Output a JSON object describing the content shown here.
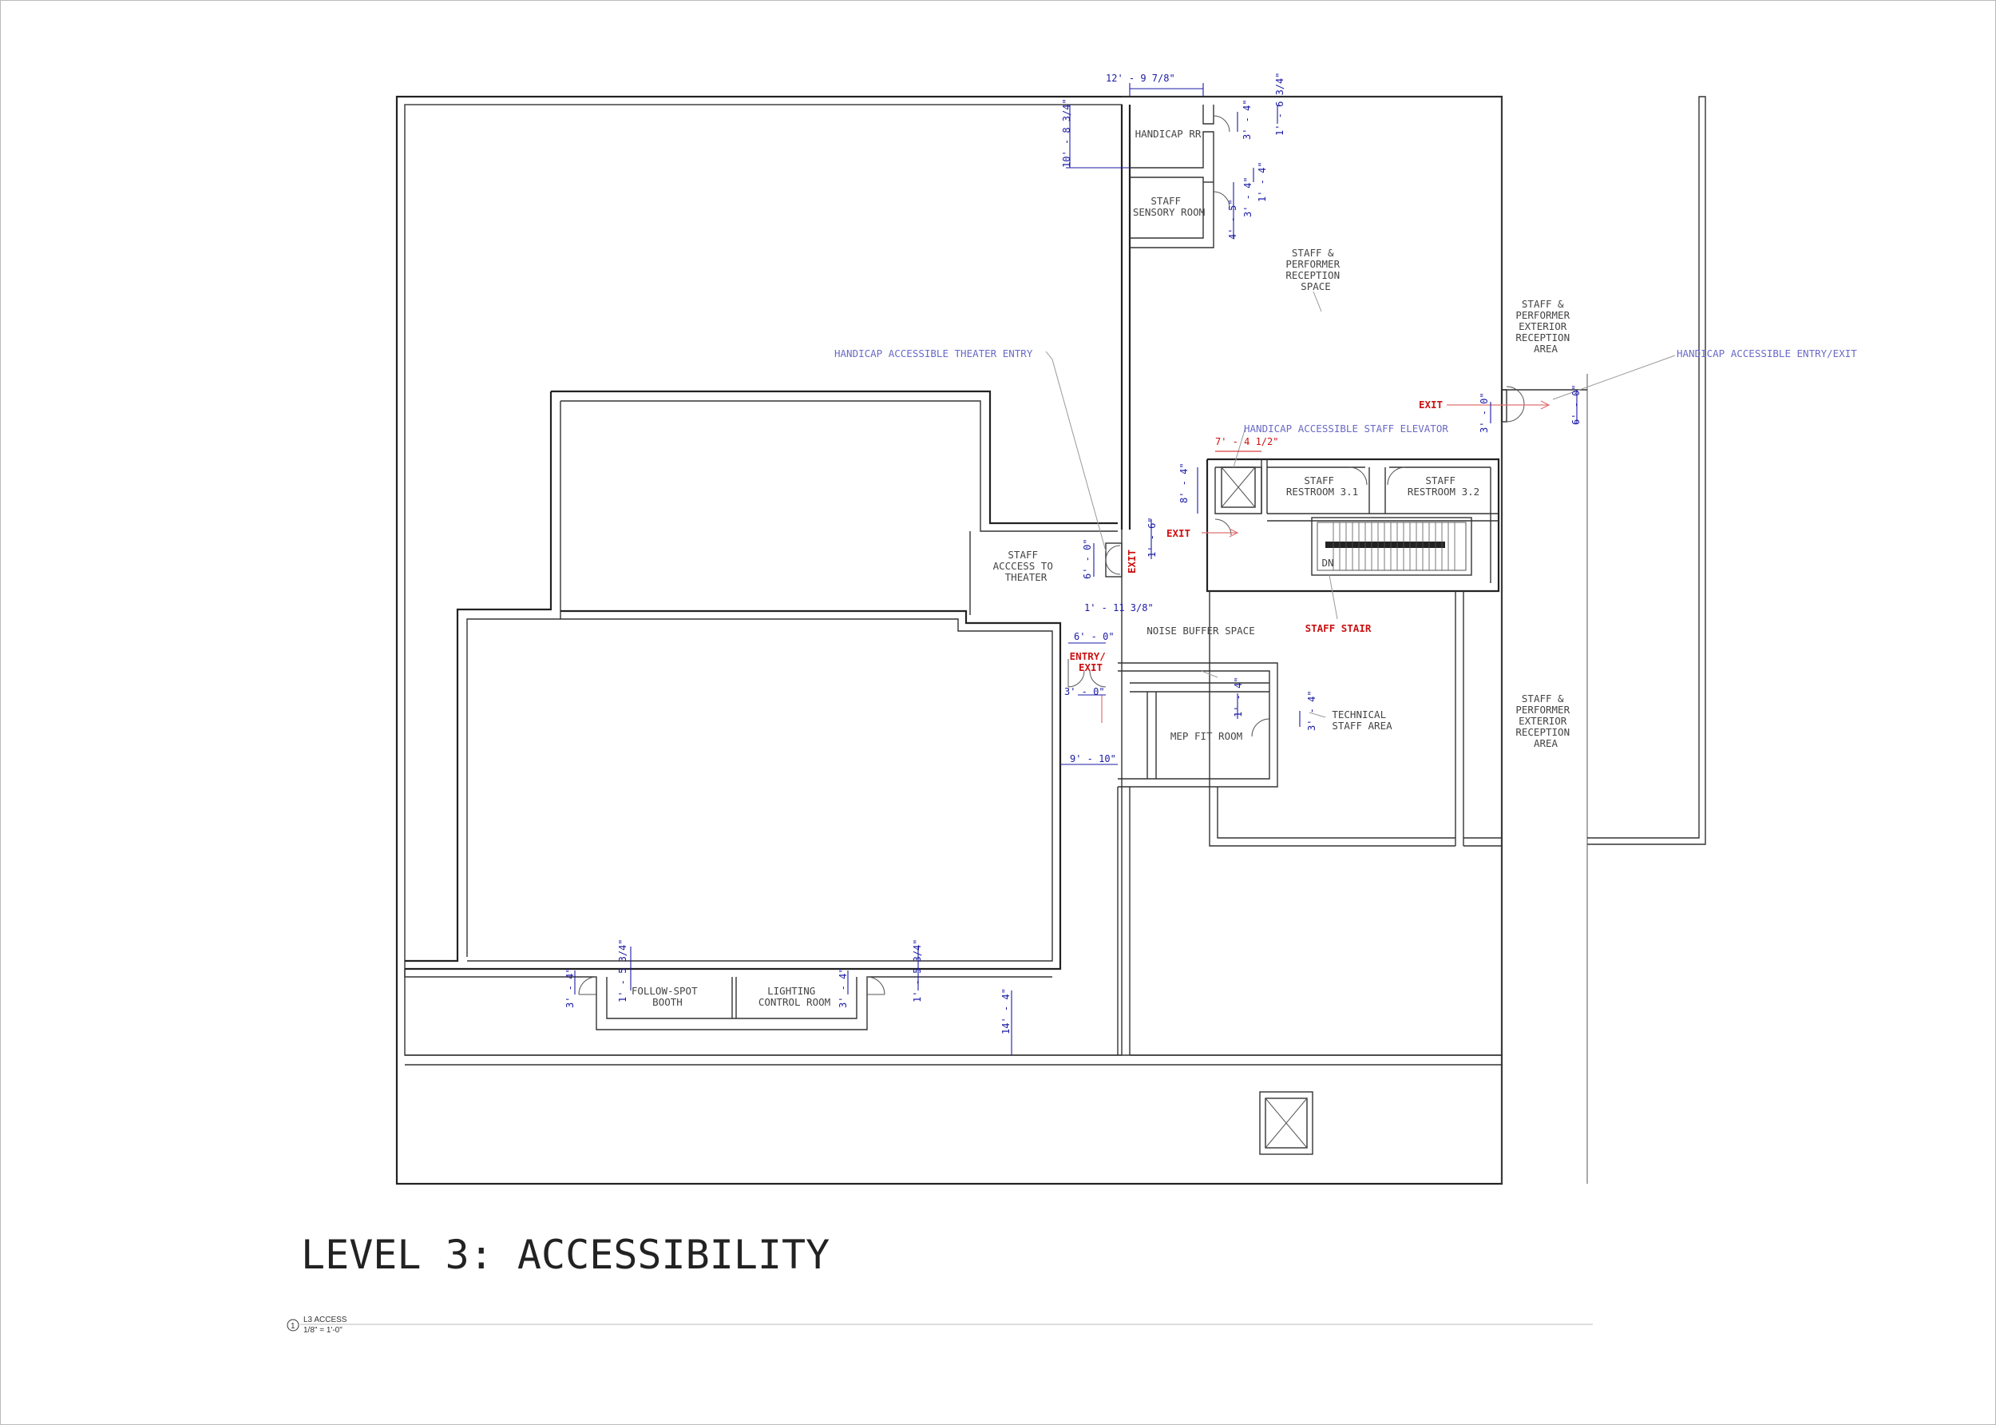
{
  "title": "LEVEL 3: ACCESSIBILITY",
  "view_tag": {
    "number": "1",
    "name": "L3 ACCESS",
    "scale": "1/8\" = 1'-0\""
  },
  "rooms": {
    "handicap_rr": "HANDICAP RR",
    "staff_sensory": [
      "STAFF",
      "SENSORY ROOM"
    ],
    "reception_space": [
      "STAFF &",
      "PERFORMER",
      "RECEPTION",
      "SPACE"
    ],
    "exterior_reception_top": [
      "STAFF &",
      "PERFORMER",
      "EXTERIOR",
      "RECEPTION",
      "AREA"
    ],
    "exterior_reception_bottom": [
      "STAFF &",
      "PERFORMER",
      "EXTERIOR",
      "RECEPTION",
      "AREA"
    ],
    "restroom_31": [
      "STAFF",
      "RESTROOM 3.1"
    ],
    "restroom_32": [
      "STAFF",
      "RESTROOM 3.2"
    ],
    "access_theater": [
      "STAFF",
      "ACCCESS TO",
      "THEATER"
    ],
    "noise_buffer": "NOISE BUFFER SPACE",
    "technical_staff": [
      "TECHNICAL",
      "STAFF AREA"
    ],
    "mep": "MEP FIT ROOM",
    "follow_spot": [
      "FOLLOW-SPOT",
      "BOOTH"
    ],
    "lighting": [
      "LIGHTING",
      "CONTROL ROOM"
    ],
    "stair_dn": "DN"
  },
  "notes": {
    "theater_entry": "HANDICAP ACCESSIBLE THEATER ENTRY",
    "entry_exit": "HANDICAP ACCESSIBLE ENTRY/EXIT",
    "staff_elevator": "HANDICAP ACCESSIBLE STAFF ELEVATOR",
    "staff_stair": "STAFF STAIR"
  },
  "exits": {
    "right": "EXIT",
    "elevator": "EXIT",
    "vertical": "EXIT",
    "entry_exit": [
      "ENTRY/",
      "EXIT"
    ]
  },
  "dimensions": {
    "d1": "12' - 9 7/8\"",
    "d2": "1' - 6 3/4\"",
    "d3": "3' - 4\"",
    "d4": "10' - 8 3/4\"",
    "d5": "1' - 4\"",
    "d6": "3' - 4\"",
    "d7": "4' - 5\"",
    "d8": "3' - 0\"",
    "d9": "6' - 0\"",
    "d10": "7' - 4 1/2\"",
    "d11": "8' - 4\"",
    "d12": "1' - 6\"",
    "d13": "6' - 0\"",
    "d14": "1' - 11 3/8\"",
    "d15": "6' - 0\"",
    "d16": "3' - 0\"",
    "d17": "1' - 4\"",
    "d18": "3' - 4\"",
    "d19": "9' - 10\"",
    "d20": "3' - 4\"",
    "d21": "1' - 5 3/4\"",
    "d22": "3' - 4\"",
    "d23": "1' - 5 3/4\"",
    "d24": "14' - 4\""
  },
  "colors": {
    "dimension": "#1a1aa6",
    "note": "#6a6ac8",
    "exit": "#cc1111",
    "wall": "#222222"
  }
}
